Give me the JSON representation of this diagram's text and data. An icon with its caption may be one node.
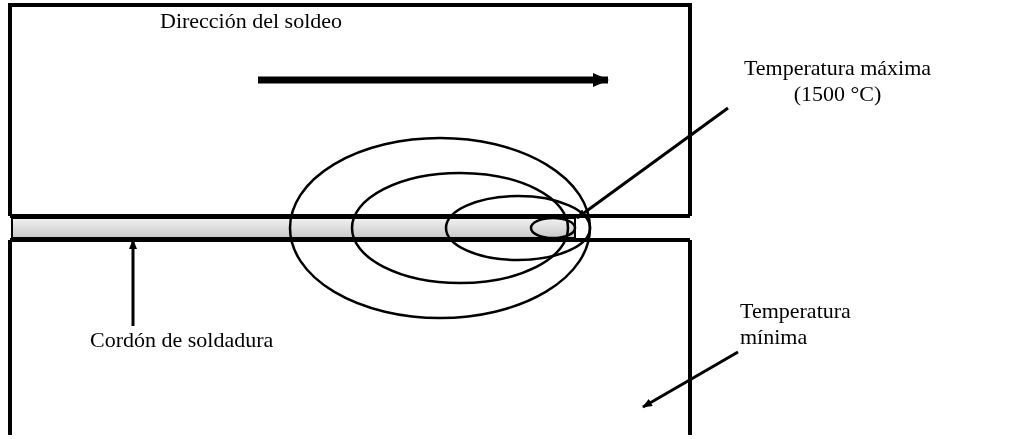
{
  "diagram": {
    "nodes": [
      {
        "text": [
          "Temperatura máxima (1500 °C)"
        ]
      },
      {
        "text": [
          "Temperatura mínima"
        ]
      },
      {
        "text": [
          "Cordón de soldadura"
        ]
      },
      {
        "text": [],
        "shape": "bar"
      }
    ],
    "edges": [
      {
        "from": 0,
        "to": 3,
        "arrow": "to"
      },
      {
        "from": 1,
        "to": null,
        "arrow": "to"
      },
      {
        "from": 2,
        "to": 3,
        "arrow": "to"
      }
    ],
    "labels": [
      "Dirección del soldeo"
    ]
  }
}
